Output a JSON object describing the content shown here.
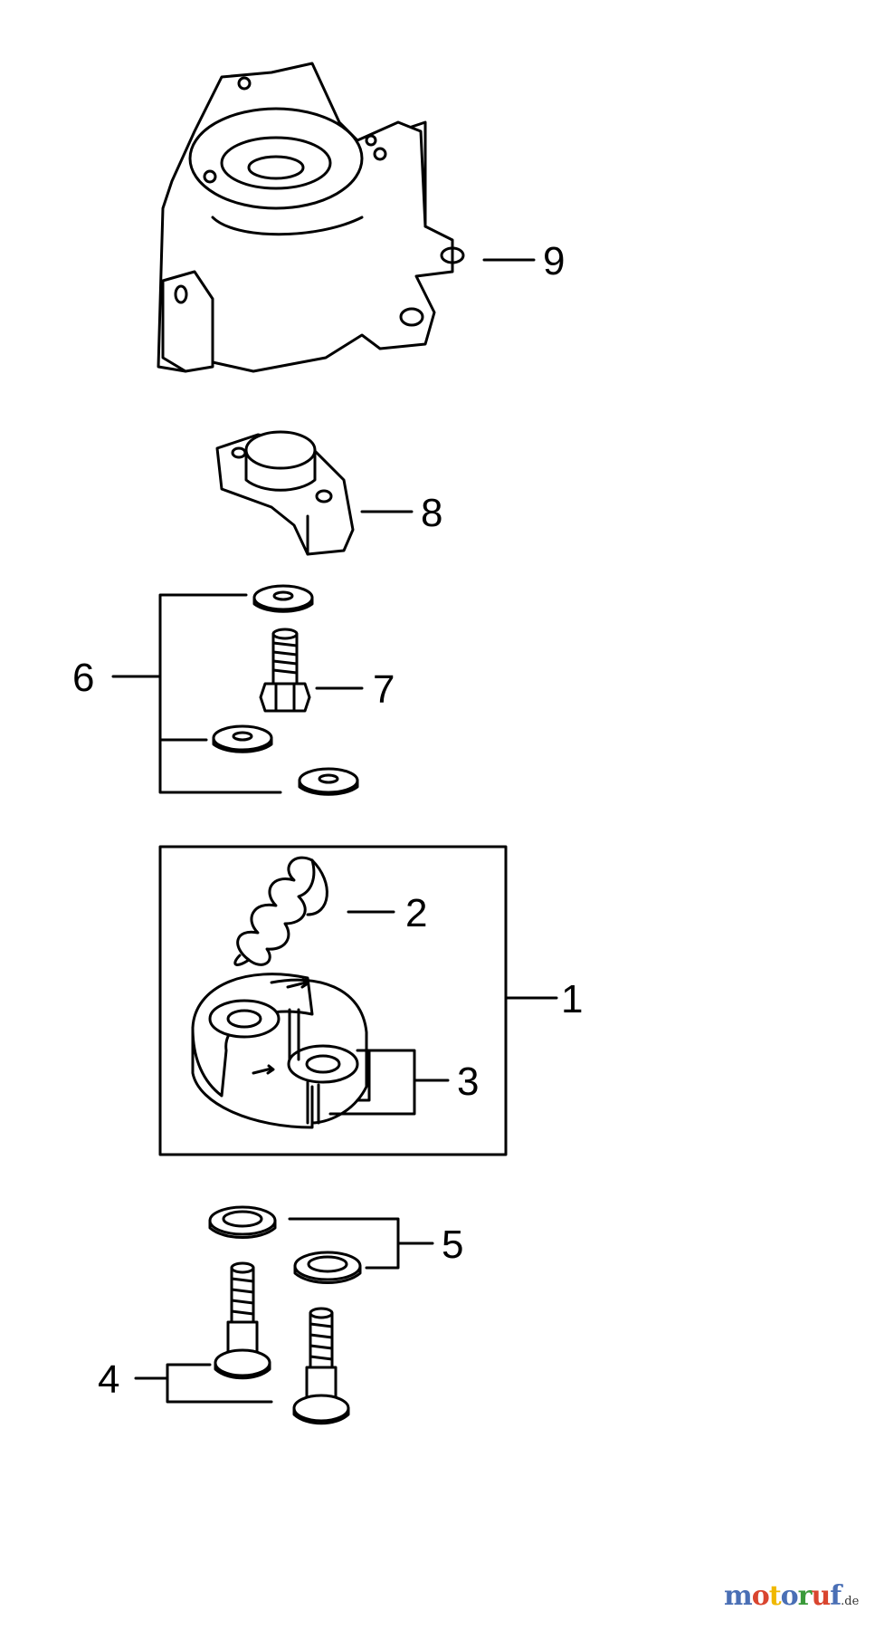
{
  "callouts": {
    "p1": "1",
    "p2": "2",
    "p3": "3",
    "p4": "4",
    "p5": "5",
    "p6": "6",
    "p7": "7",
    "p8": "8",
    "p9": "9"
  },
  "logo": {
    "text": "motoruf",
    "tld": ".de",
    "colors": [
      "#4a6fb5",
      "#d9452f",
      "#f0b800",
      "#4a6fb5",
      "#3a9a3a",
      "#d9452f",
      "#4a6fb5"
    ]
  }
}
